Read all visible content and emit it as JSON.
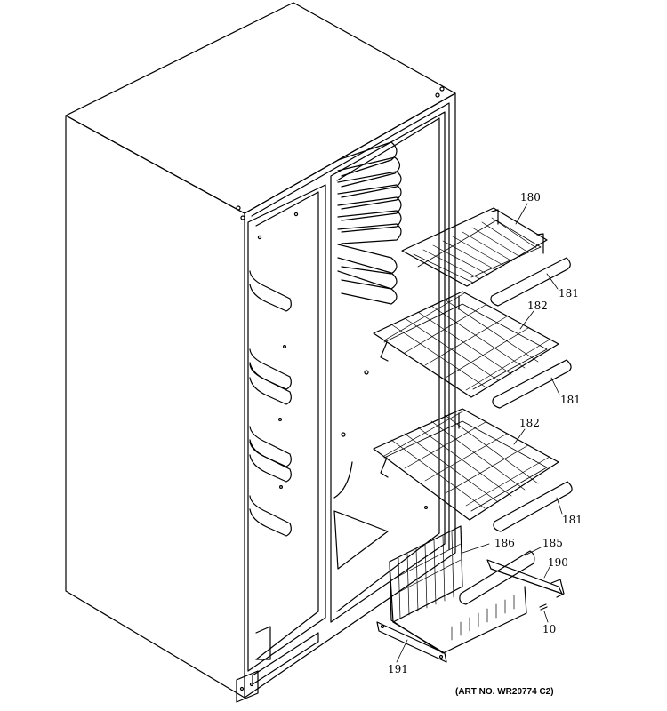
{
  "diagram": {
    "art_number": "(ART NO. WR20774 C2)",
    "callouts": {
      "shelf_top": "180",
      "trim_top": "181",
      "shelf_mid": "182",
      "trim_mid": "181",
      "shelf_low": "182",
      "trim_low": "181",
      "basket": "186",
      "basket_cover": "185",
      "slide_rail": "190",
      "screw": "10",
      "slide_rail_left": "191"
    },
    "colors": {
      "line": "#000000",
      "background": "#ffffff"
    }
  }
}
